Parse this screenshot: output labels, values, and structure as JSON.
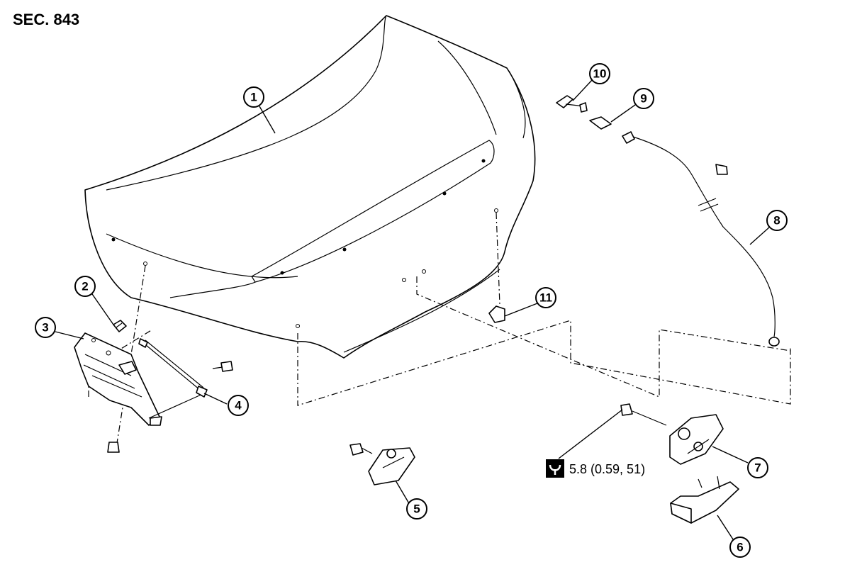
{
  "section": "SEC. 843",
  "callouts": [
    "1",
    "2",
    "3",
    "4",
    "5",
    "6",
    "7",
    "8",
    "9",
    "10",
    "11"
  ],
  "torque": "5.8 (0.59, 51)",
  "icons": {
    "torque": "torque-wrench-icon"
  }
}
